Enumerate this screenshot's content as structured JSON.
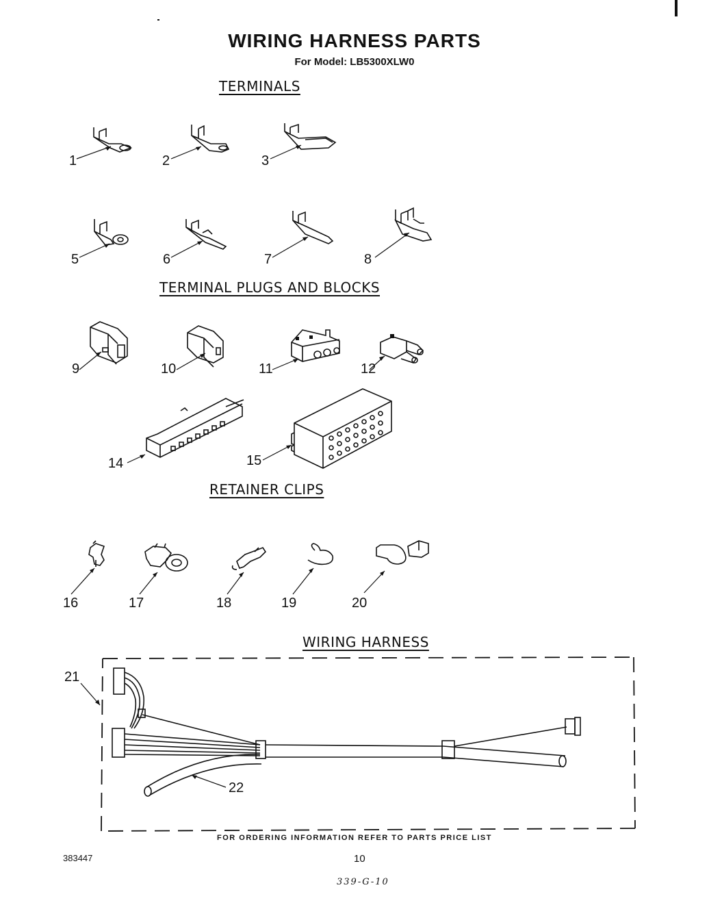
{
  "header": {
    "title": "WIRING HARNESS PARTS",
    "subtitle": "For Model: LB5300XLW0"
  },
  "sections": {
    "terminals": "TERMINALS",
    "plugs_blocks": "TERMINAL PLUGS AND BLOCKS",
    "retainer_clips": "RETAINER CLIPS",
    "wiring_harness": "WIRING HARNESS"
  },
  "parts": {
    "p1": "1",
    "p2": "2",
    "p3": "3",
    "p5": "5",
    "p6": "6",
    "p7": "7",
    "p8": "8",
    "p9": "9",
    "p10": "10",
    "p11": "11",
    "p12": "12",
    "p14": "14",
    "p15": "15",
    "p16": "16",
    "p17": "17",
    "p18": "18",
    "p19": "19",
    "p20": "20",
    "p21": "21",
    "p22": "22"
  },
  "footer": {
    "ordering": "FOR ORDERING INFORMATION REFER TO PARTS PRICE LIST",
    "doc_number": "383447",
    "page_number": "10",
    "handwritten": "339-G-10"
  }
}
